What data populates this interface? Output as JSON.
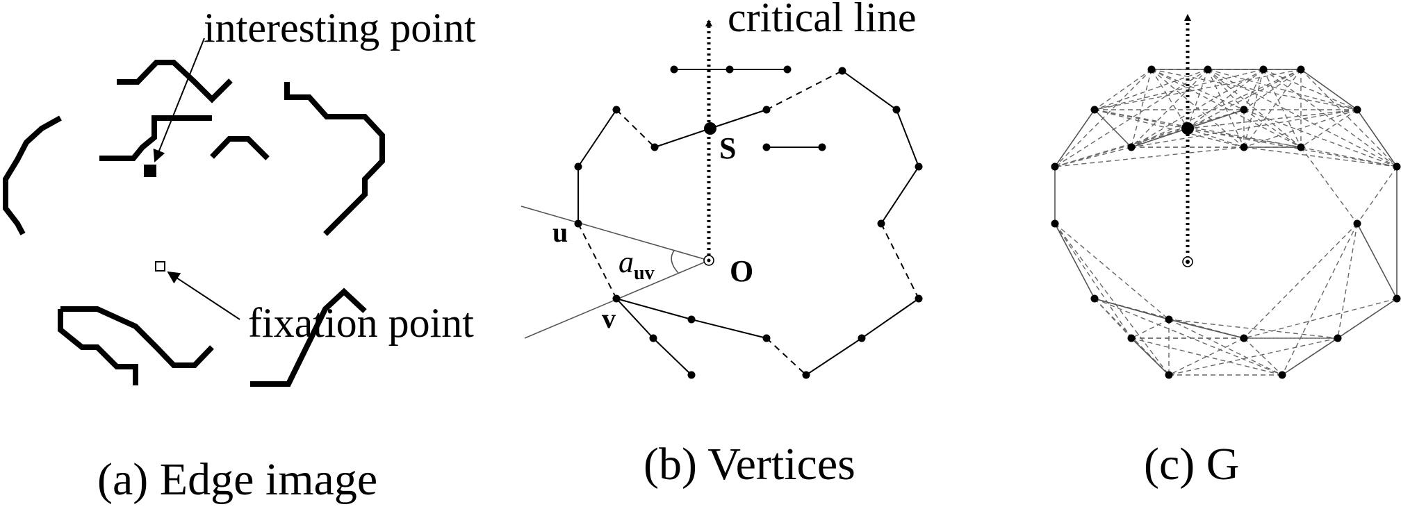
{
  "panel_a": {
    "caption": "(a) Edge image",
    "interesting_label": "interesting point",
    "fixation_label": "fixation point"
  },
  "panel_b": {
    "caption": "(b) Vertices",
    "critical_line_label": "critical line",
    "label_s": "S",
    "label_u": "u",
    "label_v": "v",
    "label_o": "O",
    "angle_symbol": "a",
    "angle_subscript": "uv"
  },
  "panel_c": {
    "caption": "(c) G"
  },
  "colors": {
    "ink": "#000000",
    "thin_line": "#555555",
    "dashed_line": "#666666"
  }
}
